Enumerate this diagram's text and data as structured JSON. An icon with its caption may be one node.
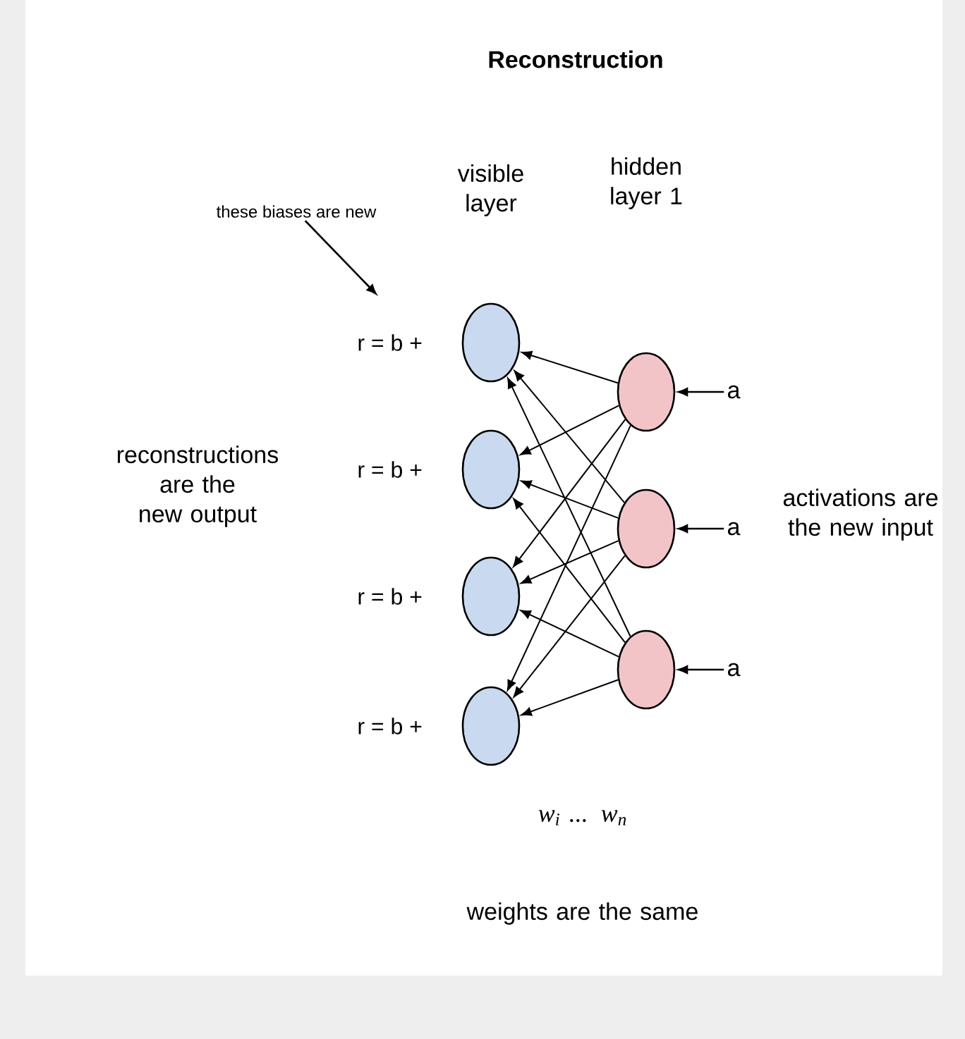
{
  "diagram": {
    "title": "Reconstruction",
    "nodes": [
      {
        "text": [],
        "shape": "circle",
        "beside": [
          "r = b +"
        ]
      },
      {
        "text": [],
        "shape": "circle",
        "beside": [
          "r = b +"
        ]
      },
      {
        "text": [],
        "shape": "circle",
        "beside": [
          "r = b +"
        ]
      },
      {
        "text": [],
        "shape": "circle",
        "beside": [
          "r = b +"
        ]
      },
      {
        "text": [],
        "shape": "circle"
      },
      {
        "text": [],
        "shape": "circle"
      },
      {
        "text": [],
        "shape": "circle"
      },
      {
        "text": [
          "a"
        ]
      },
      {
        "text": [
          "a"
        ]
      },
      {
        "text": [
          "a"
        ]
      },
      {
        "text": [
          "these biases are new"
        ]
      }
    ],
    "edges": [
      {
        "from": 4,
        "to": 0,
        "arrow": "to"
      },
      {
        "from": 4,
        "to": 1,
        "arrow": "to"
      },
      {
        "from": 4,
        "to": 2,
        "arrow": "to"
      },
      {
        "from": 4,
        "to": 3,
        "arrow": "to"
      },
      {
        "from": 5,
        "to": 0,
        "arrow": "to"
      },
      {
        "from": 5,
        "to": 1,
        "arrow": "to"
      },
      {
        "from": 5,
        "to": 2,
        "arrow": "to"
      },
      {
        "from": 5,
        "to": 3,
        "arrow": "to"
      },
      {
        "from": 6,
        "to": 0,
        "arrow": "to"
      },
      {
        "from": 6,
        "to": 1,
        "arrow": "to"
      },
      {
        "from": 6,
        "to": 2,
        "arrow": "to"
      },
      {
        "from": 6,
        "to": 3,
        "arrow": "to"
      },
      {
        "from": 7,
        "to": 4,
        "arrow": "to"
      },
      {
        "from": 8,
        "to": 5,
        "arrow": "to"
      },
      {
        "from": 9,
        "to": 6,
        "arrow": "to"
      },
      {
        "from": 10,
        "to": null,
        "arrow": "to"
      }
    ],
    "labels": [
      "visible layer",
      "hidden layer 1",
      "reconstructions are the new output",
      "activations are the new input",
      "w$_{i}$ ... w$_{n}$",
      "weights are the same"
    ]
  }
}
